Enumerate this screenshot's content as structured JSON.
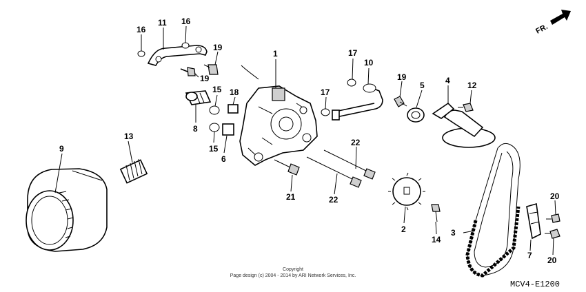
{
  "diagram": {
    "direction_label": "FR.",
    "diagram_code": "MCV4-E1200",
    "copyright_line1": "Copyright",
    "copyright_line2": "Page design (c) 2004 - 2014 by ARI Network Services, Inc.",
    "callouts": [
      "1",
      "2",
      "3",
      "4",
      "5",
      "6",
      "7",
      "8",
      "9",
      "10",
      "11",
      "12",
      "13",
      "14",
      "15",
      "15",
      "16",
      "16",
      "17",
      "17",
      "18",
      "19",
      "19",
      "19",
      "20",
      "20",
      "21",
      "22",
      "22"
    ]
  }
}
